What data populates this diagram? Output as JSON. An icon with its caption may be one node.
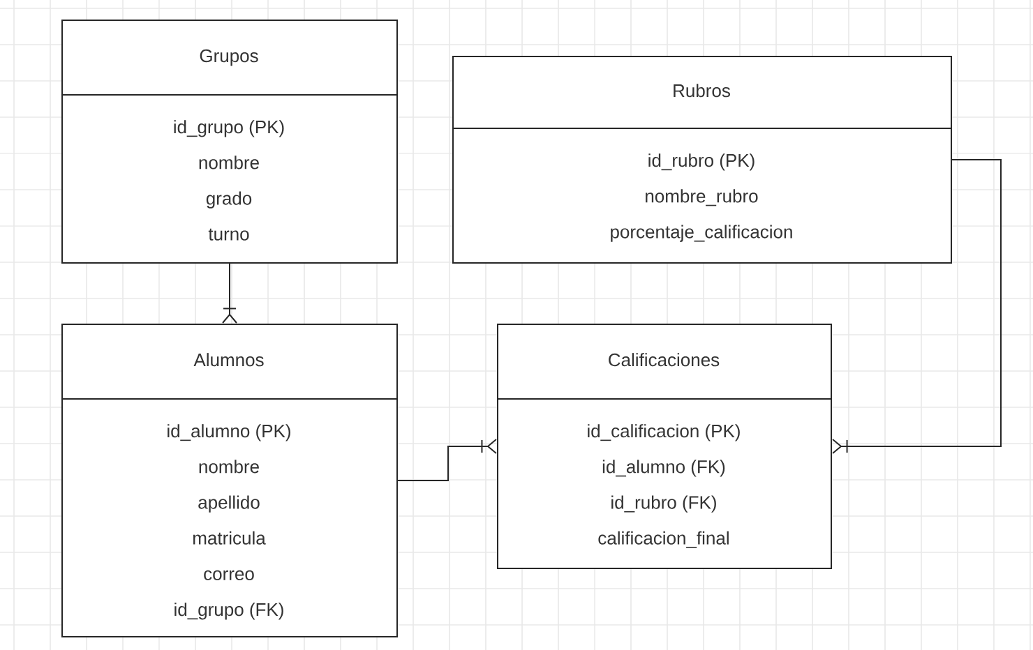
{
  "diagram": {
    "nodes": [
      {
        "text": [
          "Grupos",
          "id_grupo (PK)",
          "nombre",
          "grado",
          "turno"
        ]
      },
      {
        "text": [
          "Rubros",
          "id_rubro (PK)",
          "nombre_rubro",
          "porcentaje_calificacion"
        ]
      },
      {
        "text": [
          "Alumnos",
          "id_alumno (PK)",
          "nombre",
          "apellido",
          "matricula",
          "correo",
          "id_grupo (FK)"
        ]
      },
      {
        "text": [
          "Calificaciones",
          "id_calificacion (PK)",
          "id_alumno (FK)",
          "id_rubro (FK)",
          "calificacion_final"
        ]
      }
    ],
    "edges": [
      {
        "from": 0,
        "to": 2,
        "arrow": "other"
      },
      {
        "from": 2,
        "to": 3,
        "arrow": "other"
      },
      {
        "from": 1,
        "to": 3,
        "arrow": "other"
      }
    ]
  }
}
